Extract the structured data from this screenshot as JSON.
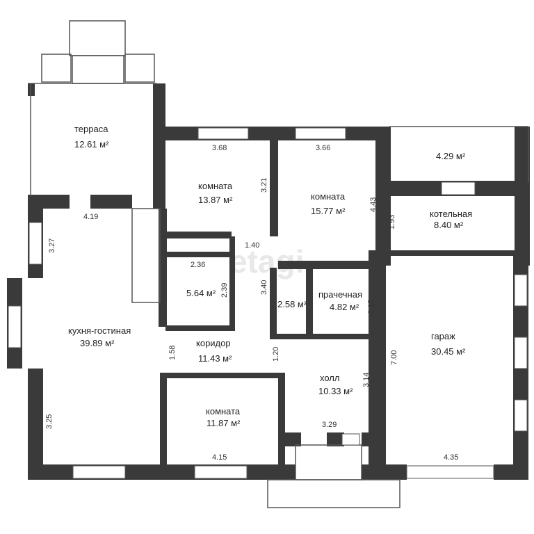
{
  "colors": {
    "wall": "#3a3a3a",
    "window": "#ffffff",
    "thin_line": "#555555",
    "text": "#222222"
  },
  "watermark": "etagi",
  "rooms": {
    "terrace": {
      "name": "терраса",
      "area": "12.61 м²"
    },
    "room1": {
      "name": "комната",
      "area": "13.87 м²"
    },
    "room2": {
      "name": "комната",
      "area": "15.77 м²"
    },
    "balcony": {
      "area": "4.29 м²"
    },
    "boiler": {
      "name": "котельная",
      "area": "8.40 м²"
    },
    "bathroom": {
      "area": "5.64 м²"
    },
    "wc": {
      "area": "2.58 м²"
    },
    "laundry": {
      "name": "прачечная",
      "area": "4.82 м²"
    },
    "kitchen": {
      "name": "кухня-гостиная",
      "area": "39.89 м²"
    },
    "corridor": {
      "name": "коридор",
      "area": "11.43 м²"
    },
    "garage": {
      "name": "гараж",
      "area": "30.45 м²"
    },
    "hall": {
      "name": "холл",
      "area": "10.33 м²"
    },
    "room3": {
      "name": "комната",
      "area": "11.87 м²"
    }
  },
  "dimensions": {
    "d_368": "3.68",
    "d_366": "3.66",
    "d_321": "3.21",
    "d_443": "4.43",
    "d_193": "1.93",
    "d_419": "4.19",
    "d_327": "3.27",
    "d_140": "1.40",
    "d_236": "2.36",
    "d_239": "2.39",
    "d_340": "3.40",
    "d_215": "2.15",
    "d_158": "1.58",
    "d_120": "1.20",
    "d_700": "7.00",
    "d_314": "3.14",
    "d_325": "3.25",
    "d_415": "4.15",
    "d_329": "3.29",
    "d_435": "4.35"
  }
}
